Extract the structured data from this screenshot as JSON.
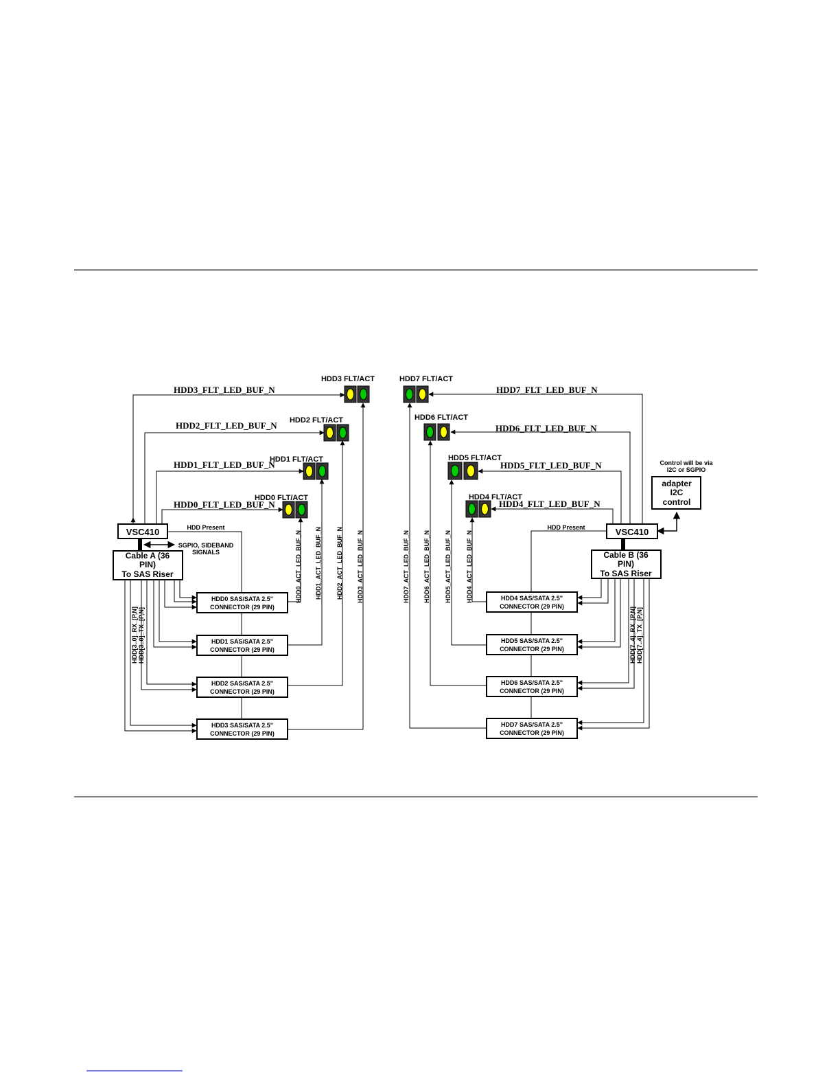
{
  "colors": {
    "led_yellow": "#ffff00",
    "led_green": "#00cc00",
    "led_bezel": "#333333",
    "footnote_rule": "#0000cc"
  },
  "left": {
    "vsc": "VSC410",
    "cable": [
      "Cable A (36",
      "PIN)",
      "To SAS Riser"
    ],
    "sgpio": [
      "SGPIO, SIDEBAND",
      "SIGNALS"
    ],
    "hdd_present": "HDD Present",
    "bus_rx": "HDD[3..0]_RX_[P,N]",
    "bus_tx": "HDD[3..0]_TX_[P,N]",
    "drives": [
      {
        "flt": "HDD0_FLT_LED_BUF_N",
        "panel": "HDD0 FLT/ACT",
        "act": "HDD0_ACT_LED_BUF_N",
        "conn": [
          "HDD0 SAS/SATA 2.5\"",
          "CONNECTOR (29 PIN)"
        ]
      },
      {
        "flt": "HDD1_FLT_LED_BUF_N",
        "panel": "HDD1 FLT/ACT",
        "act": "HDD1_ACT_LED_BUF_N",
        "conn": [
          "HDD1 SAS/SATA 2.5\"",
          "CONNECTOR (29 PIN)"
        ]
      },
      {
        "flt": "HDD2_FLT_LED_BUF_N",
        "panel": "HDD2 FLT/ACT",
        "act": "HDD2_ACT_LED_BUF_N",
        "conn": [
          "HDD2 SAS/SATA 2.5\"",
          "CONNECTOR (29 PIN)"
        ]
      },
      {
        "flt": "HDD3_FLT_LED_BUF_N",
        "panel": "HDD3 FLT/ACT",
        "act": "HDD3_ACT_LED_BUF_N",
        "conn": [
          "HDD3 SAS/SATA 2.5\"",
          "CONNECTOR (29 PIN)"
        ]
      }
    ]
  },
  "right": {
    "vsc": "VSC410",
    "cable": [
      "Cable B (36",
      "PIN)",
      "To SAS Riser"
    ],
    "hdd_present": "HDD Present",
    "bus_rx": "HDD[7..4]_RX_[P,N]",
    "bus_tx": "HDD[7..4]_TX_[P,N]",
    "control_note": [
      "Control will be via",
      "I2C or SGPIO"
    ],
    "adapter": [
      "adapter",
      "I2C",
      "control"
    ],
    "drives": [
      {
        "flt": "HDD4_FLT_LED_BUF_N",
        "panel": "HDD4 FLT/ACT",
        "act": "HDD4_ACT_LED_BUF_N",
        "conn": [
          "HDD4 SAS/SATA 2.5\"",
          "CONNECTOR (29 PIN)"
        ]
      },
      {
        "flt": "HDD5_FLT_LED_BUF_N",
        "panel": "HDD5 FLT/ACT",
        "act": "HDD5_ACT_LED_BUF_N",
        "conn": [
          "HDD5 SAS/SATA 2.5\"",
          "CONNECTOR (29 PIN)"
        ]
      },
      {
        "flt": "HDD6_FLT_LED_BUF_N",
        "panel": "HDD6 FLT/ACT",
        "act": "HDD6_ACT_LED_BUF_N",
        "conn": [
          "HDD6 SAS/SATA 2.5\"",
          "CONNECTOR (29 PIN)"
        ]
      },
      {
        "flt": "HDD7_FLT_LED_BUF_N",
        "panel": "HDD7 FLT/ACT",
        "act": "HDD7_ACT_LED_BUF_N",
        "conn": [
          "HDD7 SAS/SATA 2.5\"",
          "CONNECTOR (29 PIN)"
        ]
      }
    ]
  }
}
